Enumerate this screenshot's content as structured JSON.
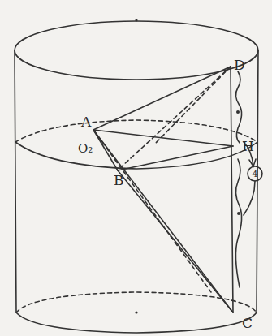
{
  "diagram": {
    "labels": [
      "D",
      "A",
      "O₂",
      "H",
      "4",
      "B",
      "C"
    ]
  }
}
